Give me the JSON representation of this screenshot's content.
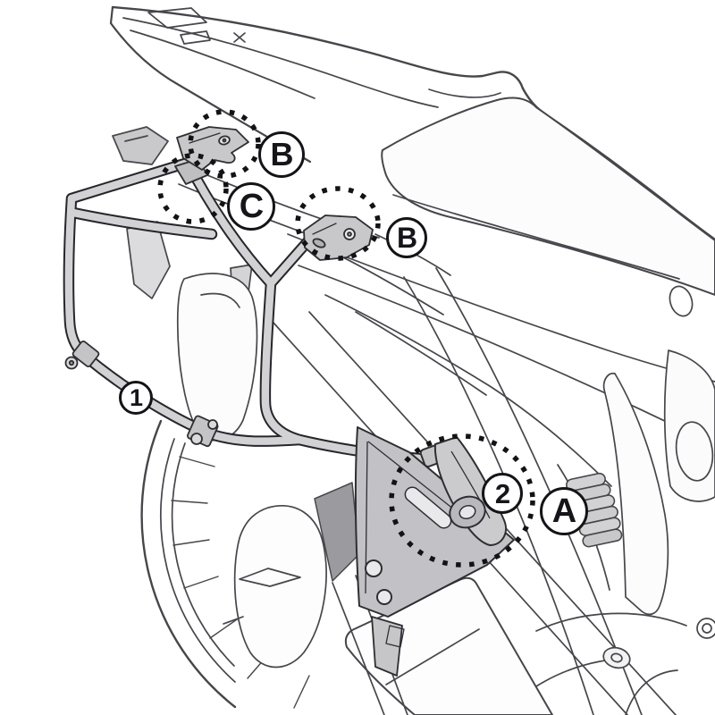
{
  "diagram": {
    "type": "installation-diagram",
    "subject": "motorcycle-side-case-rack-mounting",
    "callouts": [
      {
        "id": "b-upper",
        "label": "B"
      },
      {
        "id": "c",
        "label": "C"
      },
      {
        "id": "b-lower",
        "label": "B"
      },
      {
        "id": "step-1",
        "label": "1"
      },
      {
        "id": "step-2",
        "label": "2"
      },
      {
        "id": "a",
        "label": "A"
      }
    ],
    "highlights": [
      {
        "id": "upper-bracket-zone"
      },
      {
        "id": "center-bracket-zone"
      },
      {
        "id": "rear-bracket-zone"
      },
      {
        "id": "footpeg-bracket-zone"
      }
    ],
    "colors": {
      "background": "#ffffff",
      "line": "#46464b",
      "tube_outline": "#26262b",
      "tube_fill": "#d2d2d5",
      "bracket_fill": "#c8c8cb",
      "highlight_dots": "#131316",
      "badge_ring": "#141418",
      "badge_fill": "#ffffff",
      "badge_text": "#15151a"
    }
  }
}
